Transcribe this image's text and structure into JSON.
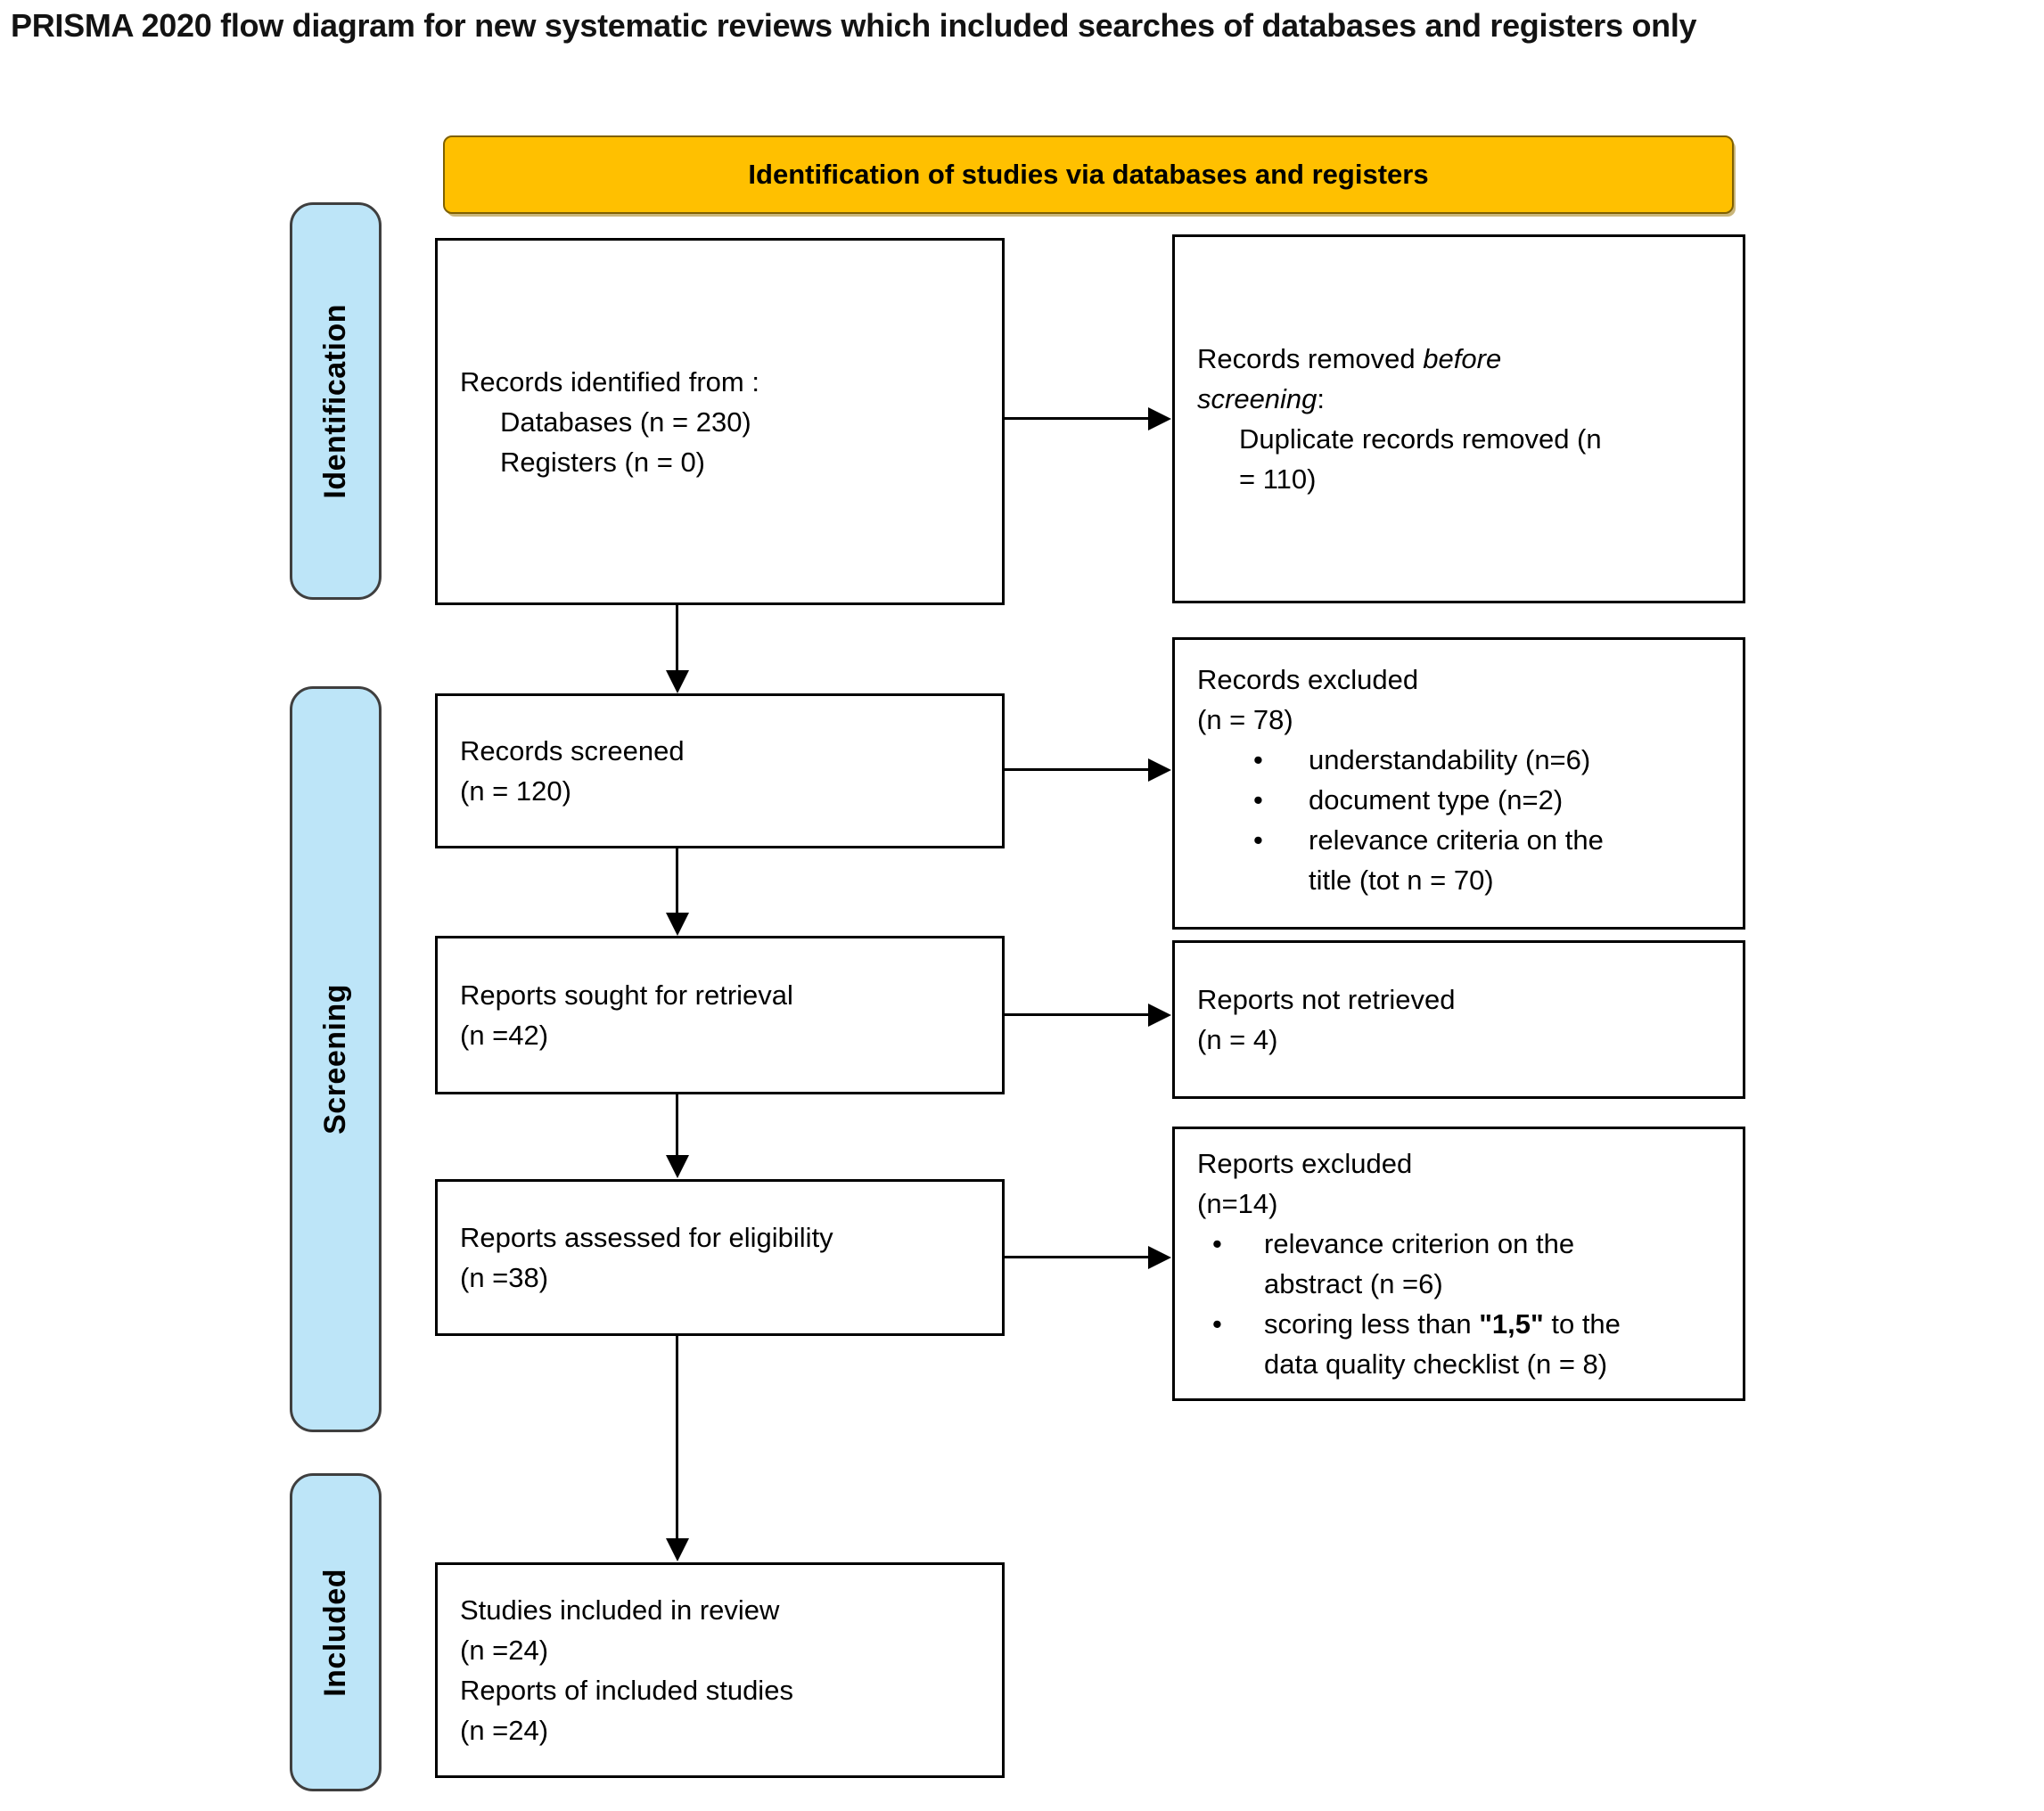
{
  "title": "PRISMA 2020 flow diagram for new systematic reviews which included searches of databases and registers only",
  "banner": {
    "label": "Identification of studies via databases and registers"
  },
  "glyphs": {
    "bullet": "•"
  },
  "stages": {
    "identification": "Identification",
    "screening": "Screening",
    "included": "Included"
  },
  "boxes": {
    "records_identified": {
      "title": "Records identified from :",
      "items": [
        "Databases (n = 230)",
        "Registers (n = 0)"
      ]
    },
    "records_removed": {
      "title_prefix": "Records removed ",
      "title_italic": "before screening",
      "title_suffix": ":",
      "items": [
        "Duplicate records removed (n = 110)"
      ]
    },
    "records_screened": {
      "lines": [
        "Records screened",
        "(n = 120)"
      ]
    },
    "records_excluded": {
      "lines": [
        "Records excluded",
        "(n = 78)"
      ],
      "bullets": [
        "understandability (n=6)",
        "document type (n=2)",
        "relevance criteria on the title (tot n = 70)"
      ]
    },
    "reports_sought": {
      "lines": [
        "Reports sought for retrieval",
        "(n =42)"
      ]
    },
    "reports_not_retrieved": {
      "lines": [
        "Reports not retrieved",
        "(n = 4)"
      ]
    },
    "reports_assessed": {
      "lines": [
        "Reports assessed for eligibility",
        "(n =38)"
      ]
    },
    "reports_excluded": {
      "lines": [
        "Reports excluded",
        "(n=14)"
      ],
      "bullets": [
        {
          "pre": "relevance criterion on the abstract (n =6)",
          "strong": "",
          "post": ""
        },
        {
          "pre": "scoring less than ",
          "strong": "\"1,5\"",
          "post": " to the data quality checklist (n = 8)"
        }
      ]
    },
    "studies_included": {
      "lines": [
        "Studies included in review",
        "(n =24)",
        "Reports of included studies",
        "(n =24)"
      ]
    }
  },
  "colors": {
    "banner_bg": "#FFC000",
    "banner_border": "#7F6000",
    "stage_bg": "#BDE5F8",
    "stage_border": "#3F3F3F",
    "box_border": "#000000",
    "arrow": "#000000",
    "text": "#000000"
  }
}
